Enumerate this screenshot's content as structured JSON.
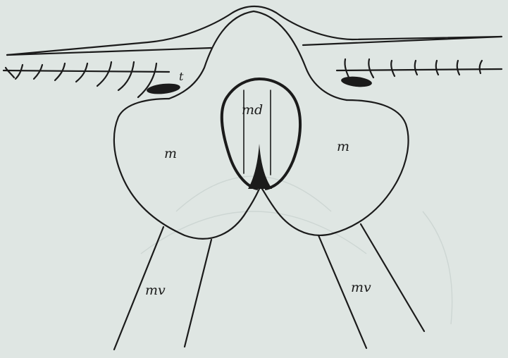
{
  "background_color": "#dfe6e3",
  "ink_color": "#1b1b1b",
  "labels": {
    "tentacle": "t",
    "mandible": "md",
    "muscle_left": "m",
    "muscle_right": "m",
    "vessel_left": "mv",
    "vessel_right": "mv"
  }
}
